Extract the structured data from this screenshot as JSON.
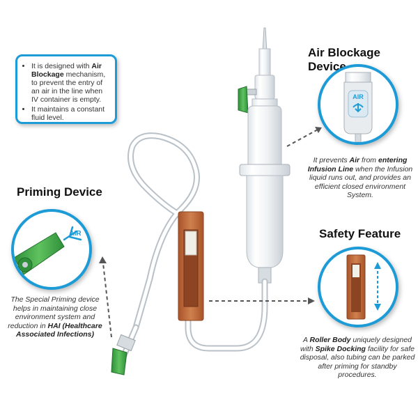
{
  "info_box": {
    "bullet1_pre": "It is designed with ",
    "bullet1_bold": "Air Blockage",
    "bullet1_post": " mechanism, to prevent the entry of an air in the line when IV container is empty.",
    "bullet2": "It maintains a constant fluid level."
  },
  "air_blockage": {
    "heading": "Air Blockage Device",
    "badge": "AIR",
    "cap_1": "It prevents ",
    "cap_2": "Air",
    "cap_3": " from ",
    "cap_4": "entering Infusion Line",
    "cap_5": " when the Infusion liquid runs out, and provides an efficient closed environment System."
  },
  "priming": {
    "heading": "Priming Device",
    "badge": "AIR",
    "cap_1": "The Special Priming device helps in maintaining close environment system and reduction in ",
    "cap_2": "HAI (Healthcare Associated Infections)"
  },
  "safety": {
    "heading": "Safety Feature",
    "cap_1": "A ",
    "cap_2": "Roller Body",
    "cap_3": " uniquely designed with ",
    "cap_4": "Spike Docking",
    "cap_5": " facility for safe disposal, also tubing can be parked after priming for standby procedures."
  },
  "colors": {
    "accent": "#1c9bd7",
    "green": "#3dae4a",
    "roller": "#c26a3c"
  }
}
